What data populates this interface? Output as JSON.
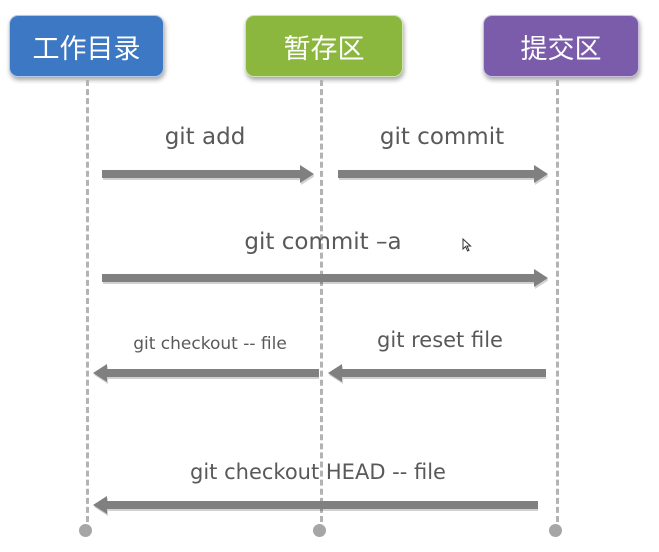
{
  "colors": {
    "workdir": "#3d78c4",
    "stage": "#8bb73f",
    "repo": "#7a5caa",
    "arrow": "#808080",
    "text": "#595959"
  },
  "lanes": [
    {
      "id": "workdir",
      "label": "工作目录"
    },
    {
      "id": "stage",
      "label": "暂存区"
    },
    {
      "id": "repo",
      "label": "提交区"
    }
  ],
  "commands": [
    {
      "id": "add",
      "label": "git add",
      "from": "workdir",
      "to": "stage"
    },
    {
      "id": "commit",
      "label": "git commit",
      "from": "stage",
      "to": "repo"
    },
    {
      "id": "commit-a",
      "label": "git commit –a",
      "from": "workdir",
      "to": "repo"
    },
    {
      "id": "checkout",
      "label": "git checkout -- file",
      "from": "stage",
      "to": "workdir"
    },
    {
      "id": "reset",
      "label": "git reset file",
      "from": "repo",
      "to": "stage"
    },
    {
      "id": "checkout-h",
      "label": "git checkout HEAD -- file",
      "from": "repo",
      "to": "workdir"
    }
  ]
}
